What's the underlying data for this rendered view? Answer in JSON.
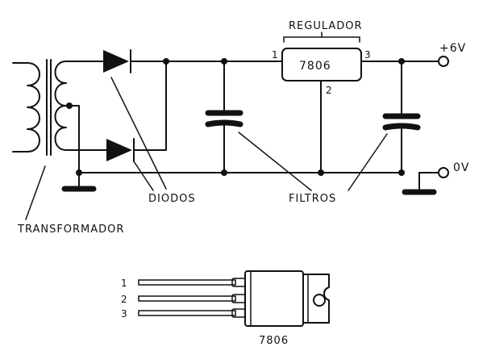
{
  "labels": {
    "regulator_title": "REGULADOR",
    "regulator_part": "7806",
    "pin_1": "1",
    "pin_2": "2",
    "pin_3": "3",
    "out_positive": "+6V",
    "out_ground": "0V",
    "diodes": "DIODOS",
    "filters": "FILTROS",
    "transformer": "TRANSFORMADOR",
    "package_pin_1": "1",
    "package_pin_2": "2",
    "package_pin_3": "3",
    "package_part": "7806"
  },
  "colors": {
    "ink": "#111111",
    "paper": "#ffffff"
  }
}
